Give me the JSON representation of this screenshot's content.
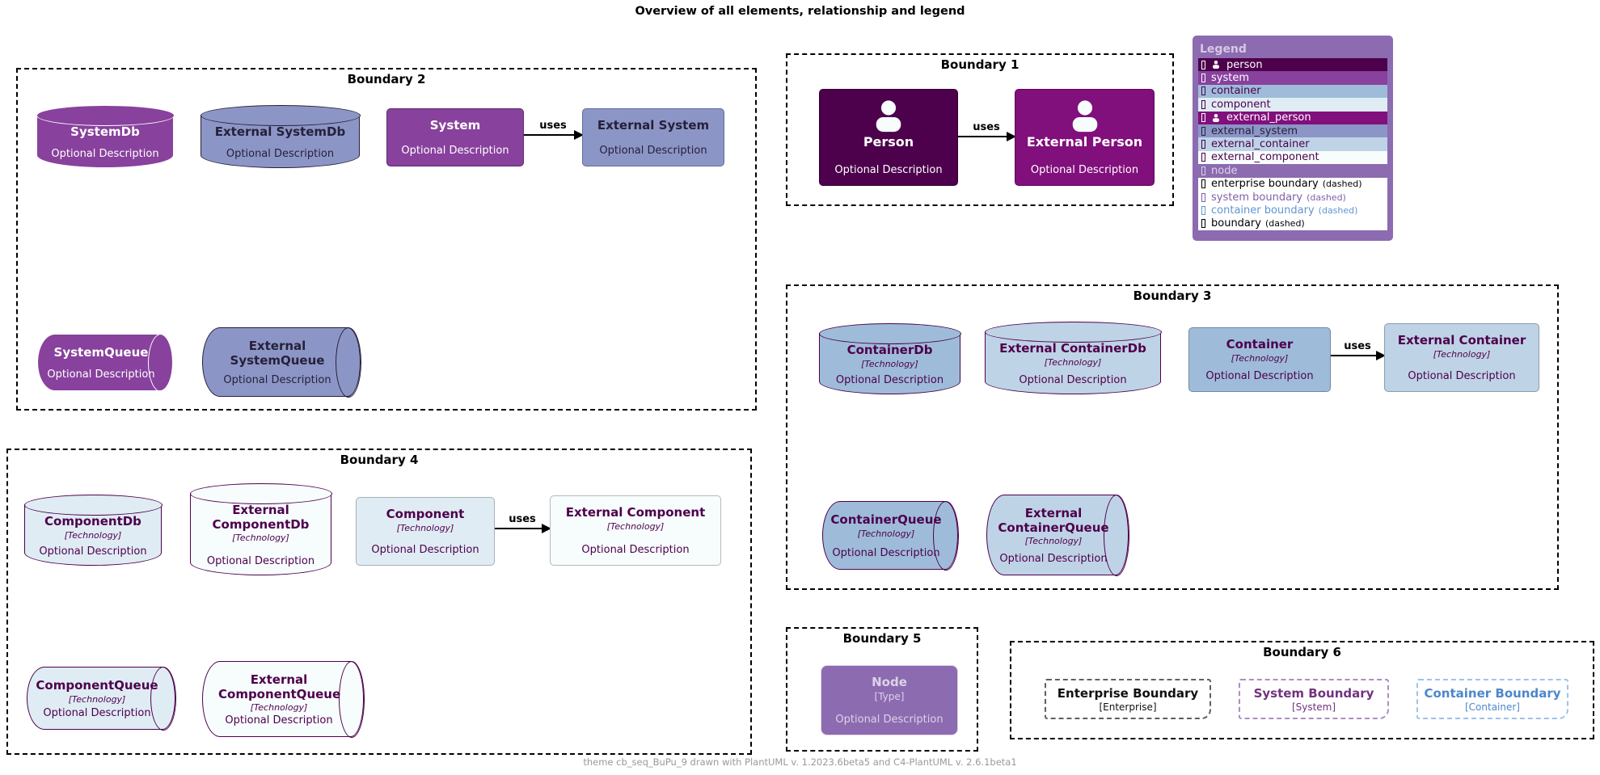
{
  "title": "Overview of all elements, relationship and legend",
  "footer": "theme cb_seq_BuPu_9 drawn with PlantUML v. 1.2023.6beta5 and C4-PlantUML v. 2.6.1beta1",
  "relationship": {
    "label": "uses"
  },
  "b1": {
    "label": "Boundary 1",
    "person": {
      "name": "Person",
      "desc": "Optional Description"
    },
    "external_person": {
      "name": "External Person",
      "desc": "Optional Description"
    }
  },
  "b2": {
    "label": "Boundary 2",
    "systemdb": {
      "name": "SystemDb",
      "desc": "Optional Description"
    },
    "external_systemdb": {
      "name": "External SystemDb",
      "desc": "Optional Description"
    },
    "system": {
      "name": "System",
      "desc": "Optional Description"
    },
    "external_system": {
      "name": "External System",
      "desc": "Optional Description"
    },
    "systemqueue": {
      "name": "SystemQueue",
      "desc": "Optional Description"
    },
    "external_systemqueue": {
      "name": "External SystemQueue",
      "desc": "Optional Description"
    }
  },
  "b3": {
    "label": "Boundary 3",
    "containerdb": {
      "name": "ContainerDb",
      "tech": "[Technology]",
      "desc": "Optional Description"
    },
    "external_containerdb": {
      "name": "External ContainerDb",
      "tech": "[Technology]",
      "desc": "Optional Description"
    },
    "container": {
      "name": "Container",
      "tech": "[Technology]",
      "desc": "Optional Description"
    },
    "external_container": {
      "name": "External Container",
      "tech": "[Technology]",
      "desc": "Optional Description"
    },
    "containerqueue": {
      "name": "ContainerQueue",
      "tech": "[Technology]",
      "desc": "Optional Description"
    },
    "external_containerqueue": {
      "name": "External ContainerQueue",
      "tech": "[Technology]",
      "desc": "Optional Description"
    }
  },
  "b4": {
    "label": "Boundary 4",
    "componentdb": {
      "name": "ComponentDb",
      "tech": "[Technology]",
      "desc": "Optional Description"
    },
    "external_componentdb": {
      "name": "External ComponentDb",
      "tech": "[Technology]",
      "desc": "Optional Description"
    },
    "component": {
      "name": "Component",
      "tech": "[Technology]",
      "desc": "Optional Description"
    },
    "external_component": {
      "name": "External Component",
      "tech": "[Technology]",
      "desc": "Optional Description"
    },
    "componentqueue": {
      "name": "ComponentQueue",
      "tech": "[Technology]",
      "desc": "Optional Description"
    },
    "external_componentqueue": {
      "name": "External ComponentQueue",
      "tech": "[Technology]",
      "desc": "Optional Description"
    }
  },
  "b5": {
    "label": "Boundary 5",
    "node": {
      "name": "Node",
      "type": "[Type]",
      "desc": "Optional Description"
    }
  },
  "b6": {
    "label": "Boundary 6",
    "enterprise": {
      "name": "Enterprise Boundary",
      "type": "[Enterprise]"
    },
    "system": {
      "name": "System Boundary",
      "type": "[System]"
    },
    "container": {
      "name": "Container Boundary",
      "type": "[Container]"
    }
  },
  "legend": {
    "title": "Legend",
    "items": [
      {
        "label": "person",
        "bg": "#4d004b",
        "fg": "#ffffff",
        "person": true
      },
      {
        "label": "system",
        "bg": "#88419d",
        "fg": "#ffffff"
      },
      {
        "label": "container",
        "bg": "#9ebcda",
        "fg": "#4d004b"
      },
      {
        "label": "component",
        "bg": "#e0ecf4",
        "fg": "#4d004b"
      },
      {
        "label": "external_person",
        "bg": "#810f7c",
        "fg": "#ffffff",
        "person": true
      },
      {
        "label": "external_system",
        "bg": "#8c96c6",
        "fg": "#26203a"
      },
      {
        "label": "external_container",
        "bg": "#bfd3e6",
        "fg": "#4d004b"
      },
      {
        "label": "external_component",
        "bg": "#f7fcfd",
        "fg": "#4d004b"
      },
      {
        "label": "node",
        "bg": "#8c6bb1",
        "fg": "#ddd4e9"
      },
      {
        "label": "enterprise boundary",
        "suffix": "(dashed)",
        "bg": "#ffffff",
        "fg": "#000000"
      },
      {
        "label": "system boundary",
        "suffix": "(dashed)",
        "bg": "#ffffff",
        "fg": "#8061a8"
      },
      {
        "label": "container boundary",
        "suffix": "(dashed)",
        "bg": "#ffffff",
        "fg": "#5e96d2"
      },
      {
        "label": "boundary",
        "suffix": "(dashed)",
        "bg": "#ffffff",
        "fg": "#000000"
      }
    ]
  }
}
